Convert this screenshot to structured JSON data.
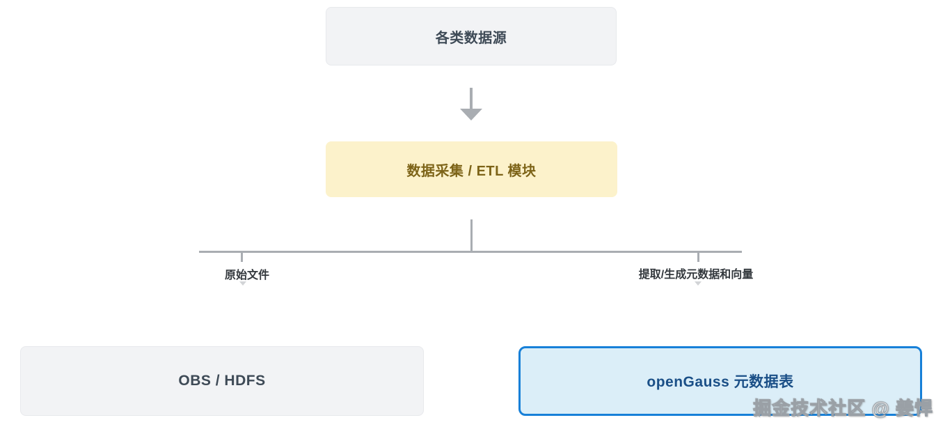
{
  "diagram": {
    "nodes": {
      "data_sources": {
        "label": "各类数据源"
      },
      "etl": {
        "label": "数据采集 / ETL 模块"
      },
      "obs_hdfs": {
        "label": "OBS / HDFS"
      },
      "opengauss": {
        "label": "openGauss 元数据表"
      }
    },
    "edges": {
      "left_label": "原始文件",
      "right_label": "提取/生成元数据和向量"
    },
    "colors": {
      "gray_box_bg": "#f2f3f5",
      "gray_box_border": "#e7e9ec",
      "gray_box_text": "#3e4a56",
      "yellow_box_bg": "#fcf2cb",
      "yellow_box_text": "#7d6418",
      "blue_box_bg": "#dbeef8",
      "blue_box_border": "#1780d8",
      "blue_box_text": "#1a4f87",
      "connector": "#a9adb2",
      "edge_label_text": "#33383d"
    }
  },
  "watermark": {
    "text": "掘金技术社区 @ 姜悍"
  }
}
